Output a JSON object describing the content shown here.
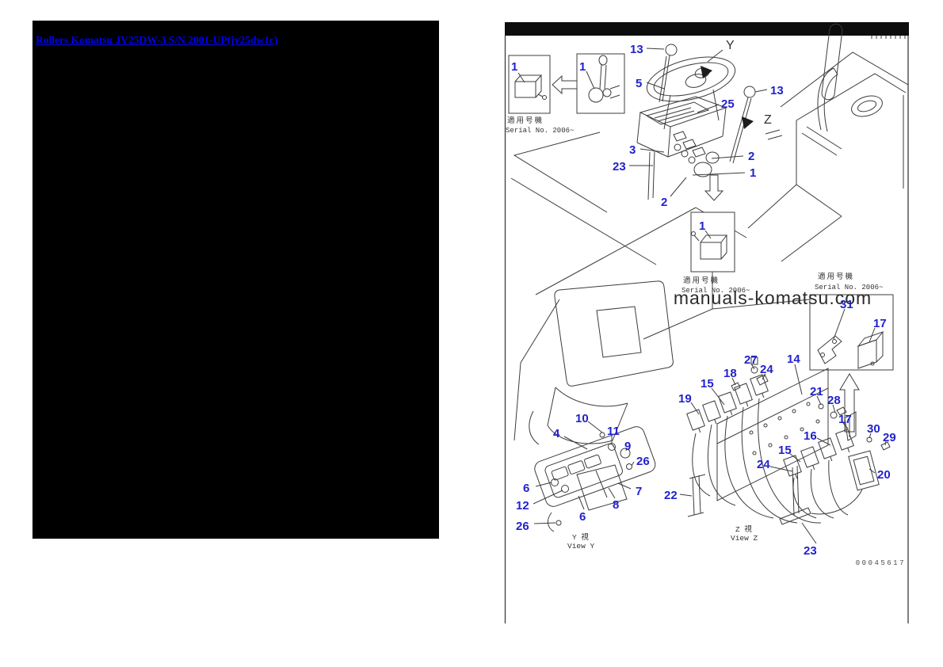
{
  "page": {
    "title_link": "Rollers Komatsu JV25DW-3 S/N 2001-UP(jv25dw1c)"
  },
  "diagram": {
    "watermark": "manuals-komatsu.com",
    "drawing_number": "00045617",
    "serial_note_jp": "適用号機",
    "serial_note_en": "Serial No. 2006~",
    "view_y_label_jp": "Y  視",
    "view_y_label_en": "View Y",
    "view_z_label_jp": "Z  視",
    "view_z_label_en": "View Z",
    "axis_y": "Y",
    "axis_z": "Z",
    "callouts": {
      "main_13a": "13",
      "main_13b": "13",
      "main_5": "5",
      "main_25": "25",
      "main_3": "3",
      "main_23": "23",
      "main_2a": "2",
      "main_2b": "2",
      "main_1a": "1",
      "main_1b": "1",
      "main_1c": "1",
      "main_1d": "1",
      "inset_31": "31",
      "inset_17": "17",
      "vy_4": "4",
      "vy_10": "10",
      "vy_11": "11",
      "vy_9": "9",
      "vy_26a": "26",
      "vy_6a": "6",
      "vy_12": "12",
      "vy_26b": "26",
      "vy_6b": "6",
      "vy_8": "8",
      "vy_7": "7",
      "vz_19": "19",
      "vz_15a": "15",
      "vz_18": "18",
      "vz_27": "27",
      "vz_24a": "24",
      "vz_14": "14",
      "vz_21": "21",
      "vz_28": "28",
      "vz_17": "17",
      "vz_30": "30",
      "vz_29": "29",
      "vz_16": "16",
      "vz_15b": "15",
      "vz_24b": "24",
      "vz_20": "20",
      "vz_22": "22",
      "vz_23": "23"
    }
  },
  "colors": {
    "callout_blue": "#2222cc",
    "link_blue": "#0000ee",
    "line_gray": "#3c3c3c",
    "watermark_gray": "#2b2b2b",
    "panel_black": "#000000"
  }
}
